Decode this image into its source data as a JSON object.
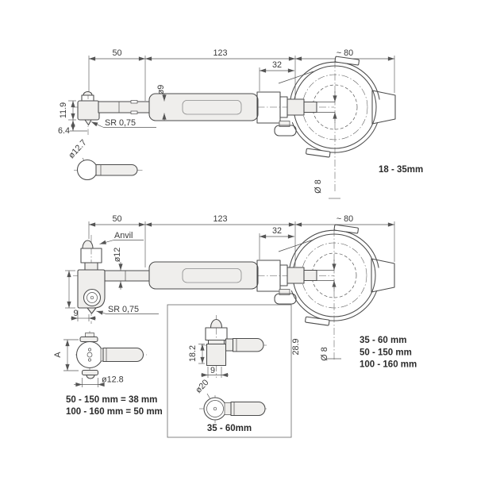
{
  "colors": {
    "line": "#4b4b4b",
    "dim_line": "#555555",
    "text": "#3a3a3a",
    "bold_text": "#2b2b2b",
    "body_fill": "#efeeec",
    "background": "#ffffff"
  },
  "top_view": {
    "description": "bore gauge 18-35mm side view",
    "dims": {
      "d50": "50",
      "d123": "123",
      "d80": "~ 80",
      "d32": "32",
      "d9": "ø9",
      "d11_9": "11.9",
      "d6_4": "6.4",
      "sr": "SR 0,75",
      "d12_7": "ø12.7",
      "d8": "Ø 8"
    },
    "range_label": "18 - 35mm"
  },
  "bottom_view": {
    "description": "bore gauge 35-160mm side view",
    "dims": {
      "d50": "50",
      "d123": "123",
      "d80": "~ 80",
      "d32": "32",
      "anvil": "Anvil",
      "d12": "ø12",
      "d9": "9",
      "sr": "SR 0,75",
      "dA": "A",
      "d12_8": "ø12.8",
      "d28_9": "28.9",
      "d8": "Ø 8"
    },
    "ranges": [
      "35 - 60 mm",
      "50 - 150 mm",
      "100 - 160 mm"
    ],
    "a_values": [
      "50 - 150 mm = 38 mm",
      "100 - 160 mm = 50 mm"
    ]
  },
  "inset": {
    "dims": {
      "d18_2": "18.2",
      "d9": "9",
      "d20": "ø20"
    },
    "range_label": "35 - 60mm"
  }
}
